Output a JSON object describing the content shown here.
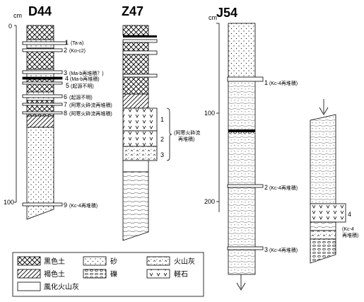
{
  "unit": "cm",
  "columns": [
    {
      "name": "D44",
      "ticks": [
        {
          "label": "0"
        },
        {
          "label": "100"
        }
      ]
    },
    {
      "name": "Z47"
    },
    {
      "name": "J54",
      "ticks": [
        {
          "label": "100"
        },
        {
          "label": "200"
        }
      ]
    }
  ],
  "d44_annotations": [
    {
      "num": "1",
      "text": "(Ta-a)"
    },
    {
      "num": "2",
      "text": "(Ko-c2)"
    },
    {
      "num": "3",
      "text": "(Ma-b再堆積？)"
    },
    {
      "num": "4",
      "text": "(Ma-b再堆積)"
    },
    {
      "num": "5",
      "text": "(起源不明)"
    },
    {
      "num": "6",
      "text": "(起源不明)"
    },
    {
      "num": "7",
      "text": "(阿寒火砕流再堆積)"
    },
    {
      "num": "8",
      "text": "(阿寒火砕流再堆積)"
    },
    {
      "num": "9",
      "text": "(Kc-4再堆積)"
    }
  ],
  "z47_annotations": [
    {
      "num": "1"
    },
    {
      "num": "2"
    },
    {
      "num": "3"
    }
  ],
  "z47_bracket": {
    "line1": "(阿寒火砕流",
    "line2": "再堆積)"
  },
  "j54_annotations": [
    {
      "num": "1",
      "text": "(Kc-4再堆積)"
    },
    {
      "num": "2",
      "text": "(Kc-4再堆積)"
    },
    {
      "num": "3",
      "text": "(Kc-4再堆積)"
    }
  ],
  "j54_side": {
    "num": "4",
    "line1": "(Kc-4",
    "line2": "再堆積)"
  },
  "legend": [
    {
      "label": "黒色土",
      "pattern": "cross"
    },
    {
      "label": "砂",
      "pattern": "dots"
    },
    {
      "label": "火山灰",
      "pattern": "ash"
    },
    {
      "label": "褐色土",
      "pattern": "hatch"
    },
    {
      "label": "礫",
      "pattern": "gravel"
    },
    {
      "label": "軽石",
      "pattern": "pumice"
    },
    {
      "label": "風化火山灰",
      "pattern": "blank"
    }
  ]
}
